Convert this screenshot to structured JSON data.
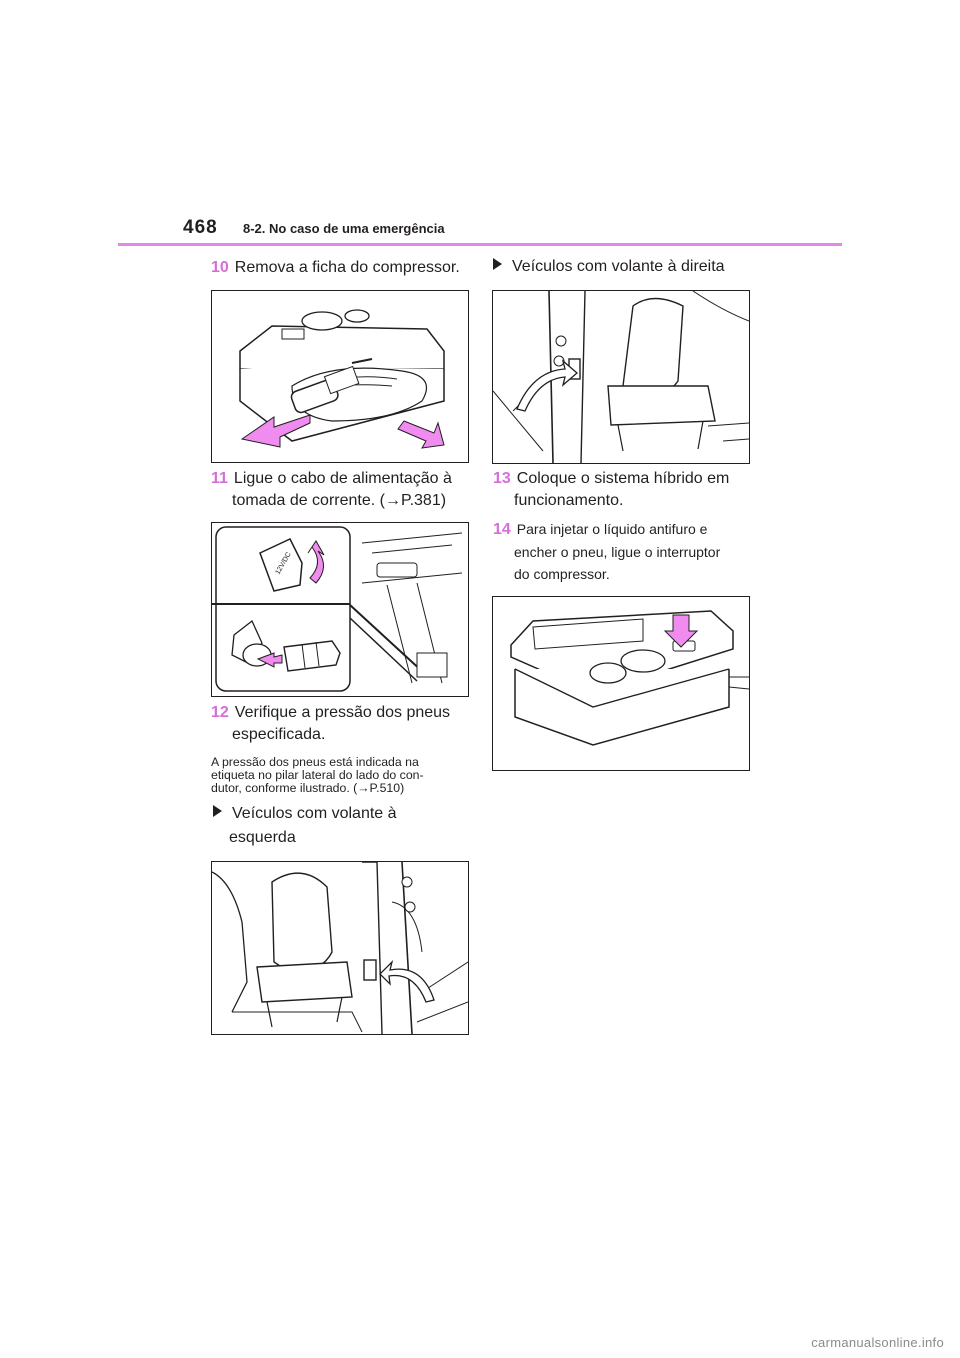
{
  "header": {
    "page_number": "468",
    "section_title": "8-2. No caso de uma emergência"
  },
  "left_column": {
    "step10": {
      "num": "10",
      "text": "Remova a ficha do compressor."
    },
    "step11": {
      "num": "11",
      "line1": "Ligue o cabo de alimentação à",
      "line2": "tomada de corrente. (→P.381)"
    },
    "step12": {
      "num": "12",
      "line1": "Verifique a pressão dos pneus",
      "line2": "especificada."
    },
    "note": {
      "line1": "A pressão dos pneus está indicada na",
      "line2": "etiqueta no pilar lateral do lado do con-",
      "line3": "dutor, conforme ilustrado. (→P.510)"
    },
    "bullet_left": {
      "line1": "Veículos com volante à",
      "line2": "esquerda"
    }
  },
  "right_column": {
    "bullet_right": {
      "text": "Veículos com volante à direita"
    },
    "step13": {
      "num": "13",
      "line1": "Coloque o sistema híbrido em",
      "line2": "funcionamento."
    },
    "step14": {
      "num": "14",
      "line1": "Para injetar o líquido antifuro e",
      "line2": "encher o pneu, ligue o interruptor",
      "line3": "do compressor."
    }
  },
  "figures": {
    "fig_compressor_plug": "compressor-unplug-illustration",
    "fig_power_outlet": "power-outlet-illustration",
    "fig_lhd_pillar": "left-hand-drive-pillar-label-illustration",
    "fig_rhd_pillar": "right-hand-drive-pillar-label-illustration",
    "fig_compressor_switch": "compressor-switch-illustration",
    "socket_label": "12V/DC"
  },
  "colors": {
    "accent": "#e289e6",
    "step_number": "#d46fd8",
    "arrow_fill": "#f08cf0"
  },
  "watermark": "carmanualsonline.info"
}
